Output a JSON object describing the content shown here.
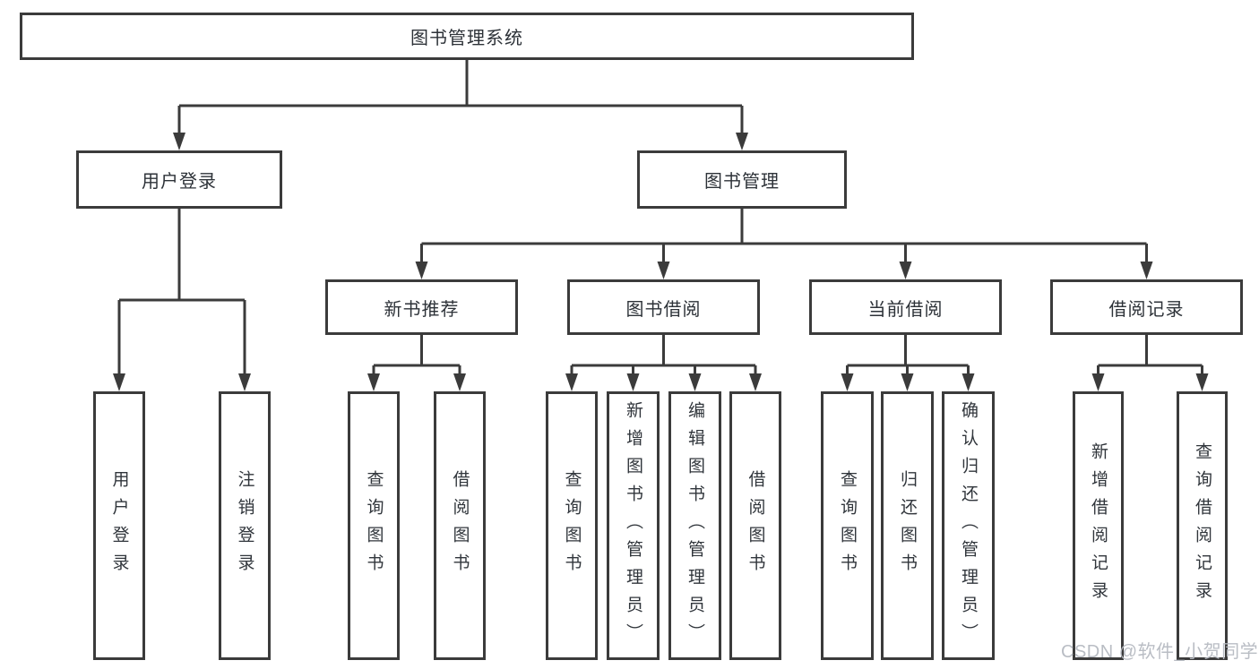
{
  "colors": {
    "background": "#ffffff",
    "line": "#3b3b3b",
    "box_border": "#3b3b3b",
    "text": "#2d3238",
    "watermark": "#b6bac1"
  },
  "watermark": {
    "text": "CSDN @软件_小贺同学"
  },
  "tree": {
    "label": "图书管理系统",
    "children": [
      {
        "label": "用户登录",
        "children": [
          {
            "label": "用户登录"
          },
          {
            "label": "注销登录"
          }
        ]
      },
      {
        "label": "图书管理",
        "children": [
          {
            "label": "新书推荐",
            "children": [
              {
                "label": "查询图书"
              },
              {
                "label": "借阅图书"
              }
            ]
          },
          {
            "label": "图书借阅",
            "children": [
              {
                "label": "查询图书"
              },
              {
                "label": "新增图书（管理员）"
              },
              {
                "label": "编辑图书（管理员）"
              },
              {
                "label": "借阅图书"
              }
            ]
          },
          {
            "label": "当前借阅",
            "children": [
              {
                "label": "查询图书"
              },
              {
                "label": "归还图书"
              },
              {
                "label": "确认归还（管理员）"
              }
            ]
          },
          {
            "label": "借阅记录",
            "children": [
              {
                "label": "新增借阅记录"
              },
              {
                "label": "查询借阅记录"
              }
            ]
          }
        ]
      }
    ]
  }
}
